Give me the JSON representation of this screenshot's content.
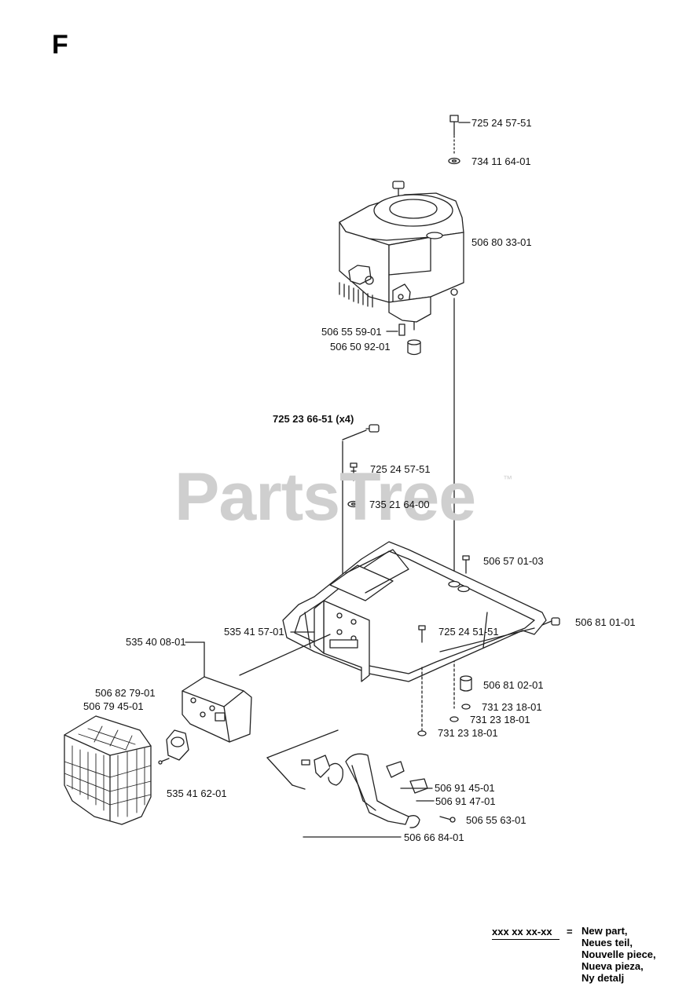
{
  "section": "F",
  "watermark": {
    "text": "PartsTree",
    "mark": "™"
  },
  "parts": {
    "p1": "725 24 57-51",
    "p2": "734 11 64-01",
    "p3": "506 80 33-01",
    "p4": "506 55 59-01",
    "p5": "506 50 92-01",
    "p6": "725 23 66-51",
    "p6_qty": "(x4)",
    "p7": "725 24 57-51",
    "p8": "735 21 64-00",
    "p9": "506 57 01-03",
    "p10": "506 81 01-01",
    "p11": "535 41 57-01",
    "p12": "725 24 51-51",
    "p13": "535 40 08-01",
    "p14": "506 81 02-01",
    "p15": "506 82 79-01",
    "p16": "506 79 45-01",
    "p17": "731 23 18-01",
    "p18": "731 23 18-01",
    "p19": "731 23 18-01",
    "p20": "535 41 62-01",
    "p21": "506 91 45-01",
    "p22": "506 91 47-01",
    "p23": "506 55 63-01",
    "p24": "506 66 84-01"
  },
  "legend": {
    "code": "xxx xx xx-xx",
    "equals": "=",
    "meanings": [
      "New part,",
      "Neues teil,",
      "Nouvelle piece,",
      "Nueva pieza,",
      "Ny detalj"
    ]
  }
}
